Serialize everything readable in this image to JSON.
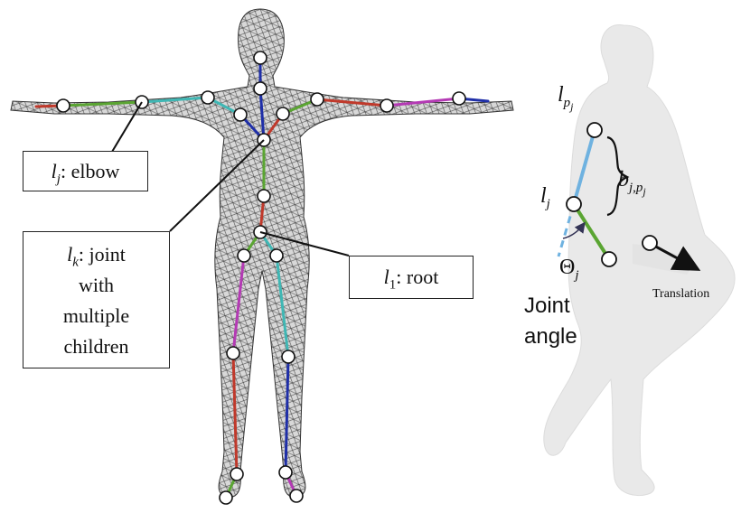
{
  "labels": {
    "elbow": {
      "var": "l",
      "sub": "j",
      "text": ": elbow"
    },
    "multi_children": {
      "var": "l",
      "sub": "k",
      "line1": ": joint",
      "line2": "with",
      "line3": "multiple",
      "line4": "children"
    },
    "root": {
      "var": "l",
      "sub": "1",
      "text": ": root"
    }
  },
  "right_panel": {
    "parent_joint": {
      "var": "l",
      "sub": "p",
      "subsub": "j"
    },
    "joint": {
      "var": "l",
      "sub": "j"
    },
    "bone": {
      "var": "b",
      "sub": "j,p",
      "subsub": "j"
    },
    "angle_symbol": {
      "var": "Θ",
      "sub": "j"
    },
    "joint_angle_line1": "Joint",
    "joint_angle_line2": "angle",
    "translation": "Translation"
  },
  "colors": {
    "red": "#c0392b",
    "green": "#5aa532",
    "cyan": "#3fb7b4",
    "blue": "#1f2fa8",
    "magenta": "#b43ab4",
    "light_blue": "#6fb2e0",
    "mesh": "#555555"
  }
}
